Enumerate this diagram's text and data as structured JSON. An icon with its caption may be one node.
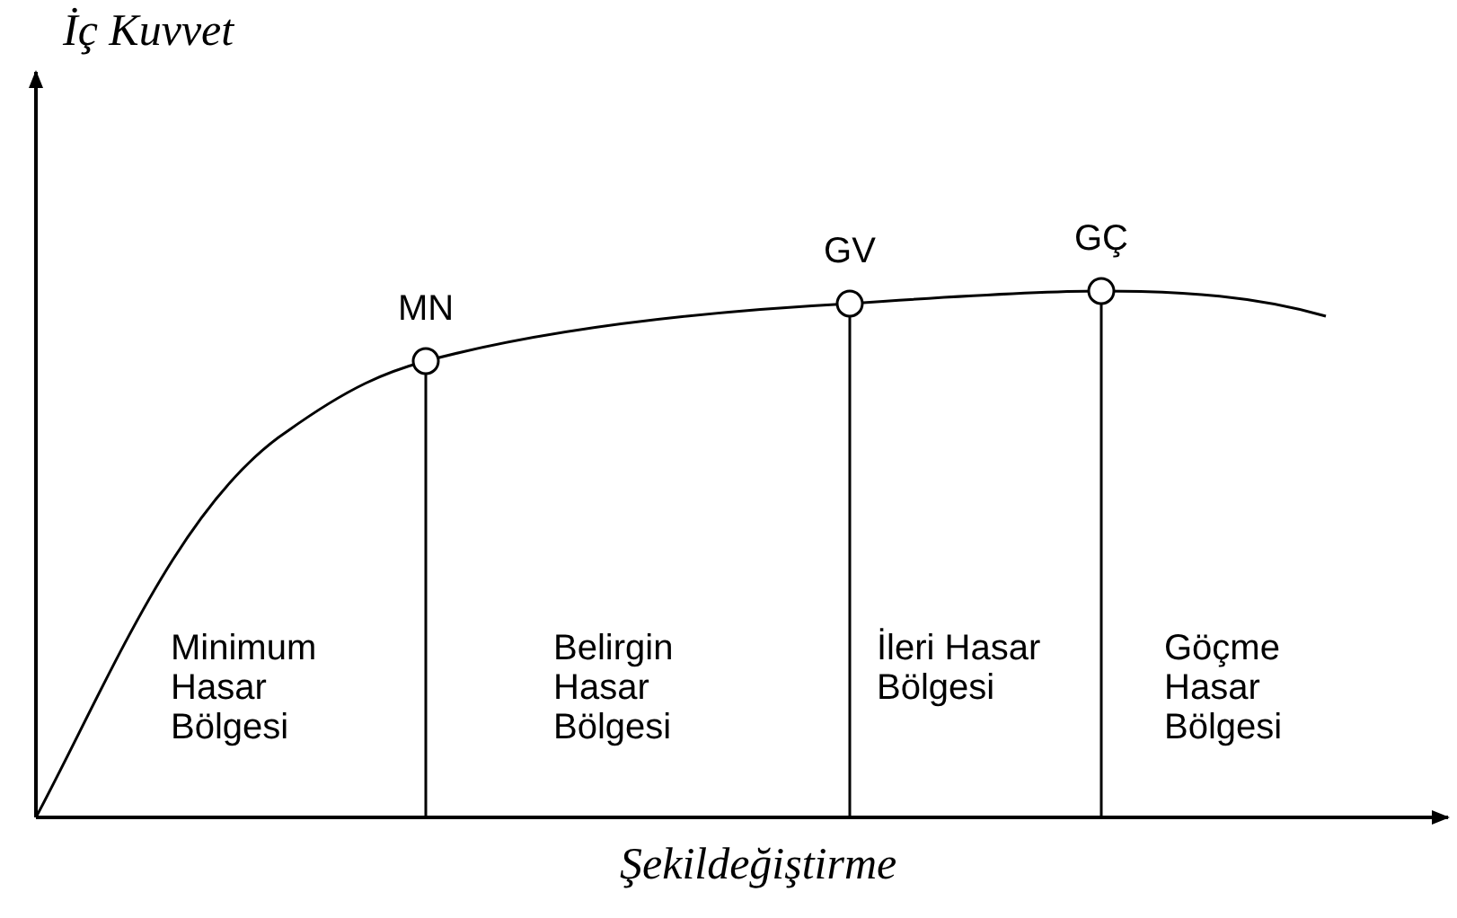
{
  "diagram": {
    "labels": [
      "İç Kuvvet",
      "MN",
      "GV",
      "GÇ",
      "Minimum Hasar Bölgesi",
      "Belirgin Hasar Bölgesi",
      "İleri Hasar Bölgesi",
      "Göçme Hasar Bölgesi",
      "Şekildeğiştirme"
    ]
  }
}
